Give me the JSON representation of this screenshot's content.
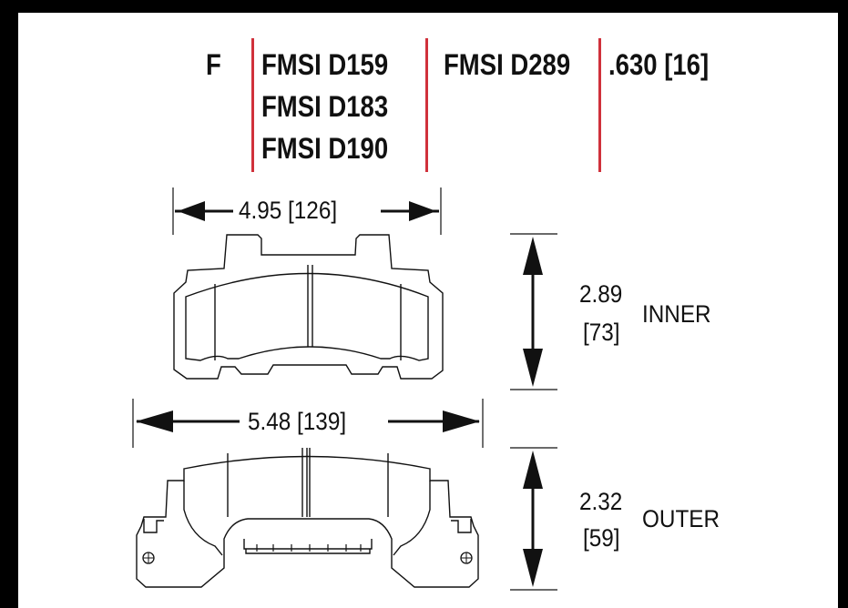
{
  "header": {
    "position_code": "F",
    "fmsi_group_1": [
      "FMSI D159",
      "FMSI D183",
      "FMSI D190"
    ],
    "fmsi_group_2": [
      "FMSI D289"
    ],
    "thickness": ".630 [16]"
  },
  "colors": {
    "frame": "#000000",
    "sheet": "#ffffff",
    "divider": "#d0313b",
    "ink": "#111111"
  },
  "dimensions": {
    "inner_width": "4.95 [126]",
    "outer_width": "5.48 [139]",
    "inner_height_in": "2.89",
    "inner_height_mm": "[73]",
    "outer_height_in": "2.32",
    "outer_height_mm": "[59]"
  },
  "labels": {
    "inner": "INNER",
    "outer": "OUTER"
  }
}
